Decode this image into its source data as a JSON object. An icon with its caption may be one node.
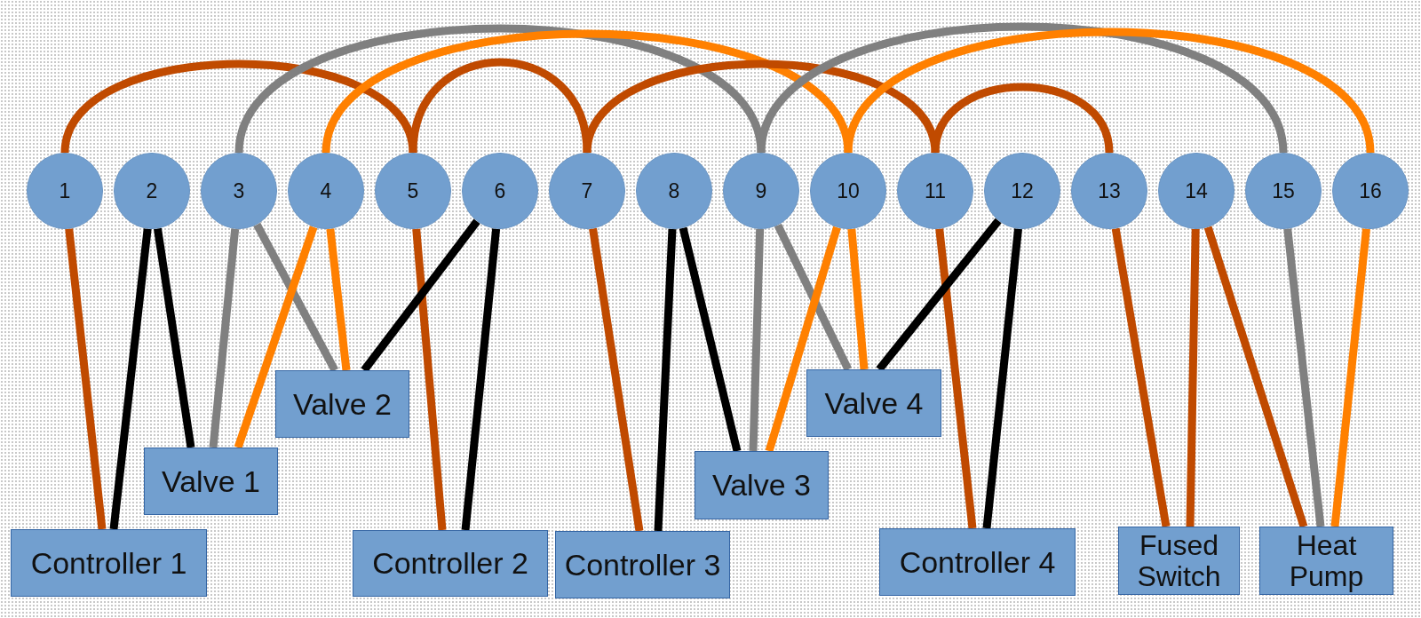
{
  "diagram": {
    "nodes": [
      {
        "text": [
          "1"
        ]
      },
      {
        "text": [
          "2"
        ]
      },
      {
        "text": [
          "3"
        ]
      },
      {
        "text": [
          "4"
        ]
      },
      {
        "text": [
          "5"
        ]
      },
      {
        "text": [
          "6"
        ]
      },
      {
        "text": [
          "7"
        ]
      },
      {
        "text": [
          "8"
        ]
      },
      {
        "text": [
          "9"
        ]
      },
      {
        "text": [
          "10"
        ]
      },
      {
        "text": [
          "11"
        ]
      },
      {
        "text": [
          "12"
        ]
      },
      {
        "text": [
          "13"
        ]
      },
      {
        "text": [
          "14"
        ]
      },
      {
        "text": [
          "15"
        ]
      },
      {
        "text": [
          "16"
        ]
      },
      {
        "text": [
          "Valve 2"
        ]
      },
      {
        "text": [
          "Valve 4"
        ]
      },
      {
        "text": [
          "Valve 1"
        ]
      },
      {
        "text": [
          "Valve 3"
        ]
      },
      {
        "text": [
          "Controller 1"
        ]
      },
      {
        "text": [
          "Controller 2"
        ]
      },
      {
        "text": [
          "Controller 3"
        ]
      },
      {
        "text": [
          "Controller 4"
        ]
      },
      {
        "text": [
          "Fused Switch"
        ]
      },
      {
        "text": [
          "Heat Pump"
        ]
      }
    ],
    "edges": [
      {
        "from": 0,
        "to": 4,
        "arrow": "none"
      },
      {
        "from": 2,
        "to": 8,
        "arrow": "none",
        "color": "#808080"
      },
      {
        "from": 3,
        "to": 9,
        "arrow": "none",
        "color": "#ff8000"
      },
      {
        "from": 4,
        "to": 6,
        "arrow": "none"
      },
      {
        "from": 6,
        "to": 10,
        "arrow": "none"
      },
      {
        "from": 8,
        "to": 14,
        "arrow": "none",
        "color": "#808080"
      },
      {
        "from": 9,
        "to": 15,
        "arrow": "none",
        "color": "#ff8000"
      },
      {
        "from": 10,
        "to": 12,
        "arrow": "none"
      },
      {
        "from": 0,
        "to": 20,
        "arrow": "none"
      },
      {
        "from": 1,
        "to": 20,
        "arrow": "none",
        "color": "#000000"
      },
      {
        "from": 1,
        "to": 18,
        "arrow": "none",
        "color": "#000000"
      },
      {
        "from": 2,
        "to": 18,
        "arrow": "none",
        "color": "#808080"
      },
      {
        "from": 2,
        "to": 16,
        "arrow": "none",
        "color": "#808080"
      },
      {
        "from": 3,
        "to": 18,
        "arrow": "none",
        "color": "#ff8000"
      },
      {
        "from": 3,
        "to": 16,
        "arrow": "none",
        "color": "#ff8000"
      },
      {
        "from": 4,
        "to": 21,
        "arrow": "none"
      },
      {
        "from": 5,
        "to": 16,
        "arrow": "none",
        "color": "#000000"
      },
      {
        "from": 5,
        "to": 21,
        "arrow": "none",
        "color": "#000000"
      },
      {
        "from": 6,
        "to": 22,
        "arrow": "none"
      },
      {
        "from": 7,
        "to": 22,
        "arrow": "none",
        "color": "#000000"
      },
      {
        "from": 7,
        "to": 19,
        "arrow": "none",
        "color": "#000000"
      },
      {
        "from": 8,
        "to": 19,
        "arrow": "none",
        "color": "#808080"
      },
      {
        "from": 8,
        "to": 17,
        "arrow": "none",
        "color": "#808080"
      },
      {
        "from": 9,
        "to": 19,
        "arrow": "none",
        "color": "#ff8000"
      },
      {
        "from": 9,
        "to": 17,
        "arrow": "none",
        "color": "#ff8000"
      },
      {
        "from": 10,
        "to": 23,
        "arrow": "none"
      },
      {
        "from": 11,
        "to": 17,
        "arrow": "none",
        "color": "#000000"
      },
      {
        "from": 11,
        "to": 23,
        "arrow": "none",
        "color": "#000000"
      },
      {
        "from": 12,
        "to": 24,
        "arrow": "none"
      },
      {
        "from": 13,
        "to": 24,
        "arrow": "none"
      },
      {
        "from": 13,
        "to": 25,
        "arrow": "none"
      },
      {
        "from": 14,
        "to": 25,
        "arrow": "none",
        "color": "#808080"
      },
      {
        "from": 15,
        "to": 25,
        "arrow": "none",
        "color": "#ff8000"
      }
    ]
  }
}
